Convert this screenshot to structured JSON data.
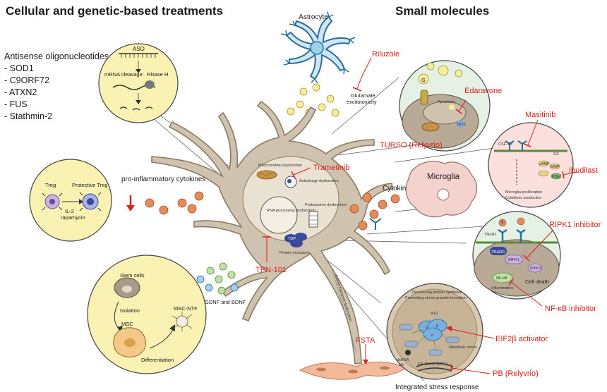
{
  "headings": {
    "left": "Cellular and genetic-based treatments",
    "right": "Small molecules"
  },
  "antisense": {
    "title": "Antisense oligonucleotides",
    "items": [
      "- SOD1",
      "- C9ORF72",
      "- ATXN2",
      "- FUS",
      "- Stathmin-2"
    ]
  },
  "aso_inset": {
    "label": "ASO",
    "mrna": "mRNA cleavage",
    "rnase": "RNase H"
  },
  "treg_inset": {
    "treg": "Treg",
    "protective": "Protective Treg",
    "il2": "IL-2",
    "rapamycin": "rapamycin"
  },
  "msc_inset": {
    "stem": "Stem cells",
    "isolation": "Isolation",
    "msc": "MSC",
    "msc_ntf": "MSC-NTF",
    "differentiation": "Differentiation"
  },
  "labels": {
    "astrocyte": "Astrocyte",
    "glutamate": "Glutamate",
    "excitotoxicity": "excitotoxicity",
    "pro_inflammatory": "pro-inflammatory cytokines",
    "cytokines": "Cytokines",
    "microglia": "Microglia",
    "gdnf": "GDNF and BDNF",
    "integrated_stress": "Integrated stress response"
  },
  "neuron_labels": {
    "mito": "Mitochondrial dysfunction",
    "autophagy": "Autophagy dysfunction",
    "proteasome": "Proteasome dysfunction",
    "rna": "RNA processing dysfunction",
    "inclusions": "Protein inclusions",
    "tdp": "TDP",
    "axonal": "Axonal transport dysfunction"
  },
  "drugs": {
    "riluzole": "Riluzole",
    "edaravone": "Edaravone",
    "masitinib": "Masitinib",
    "turso": "TURSO (Relyvrio)",
    "trametinib": "Trametinib",
    "ibudilast": "Ibudilast",
    "tpn101": "TPN-101",
    "ripk1": "RIPK1 inhibitor",
    "nfkb": "NF-κB inhibitor",
    "eif2b": "EIF2β activator",
    "fsta": "FSTA",
    "pb": "PB (Relyvrio)"
  },
  "edaravone_inset": {
    "g": "G",
    "apoptosis": "Apoptosis",
    "ros": "ROS"
  },
  "microglia_inset": {
    "csf1r": "CSF-1R",
    "gc": "GC",
    "camp": "cAMP",
    "gmp": "GMP",
    "pde": "PDE",
    "prolif": "Microglia proliferation",
    "cytokines": "Cytokines production"
  },
  "ripk_inset": {
    "tnfr1": "TNFR1",
    "tradd": "TRADD",
    "ripk1": "RIPK1",
    "ripk3": "RIPK3",
    "nfkb": "NF-κB",
    "inflammation": "Inflammation",
    "cell_death": "Cell death",
    "t": "T"
  },
  "isr_inset": {
    "line1": "Decreasing protein synthesis",
    "line2": "Preventing stress granule formation",
    "eif2": "eIF2",
    "gamma": "γ",
    "beta": "β",
    "alpha": "α",
    "metabolic": "Metabolic stress",
    "dsrna": "dsRNA",
    "uv": "UV",
    "er": "ER-Stress (UPR)"
  }
}
